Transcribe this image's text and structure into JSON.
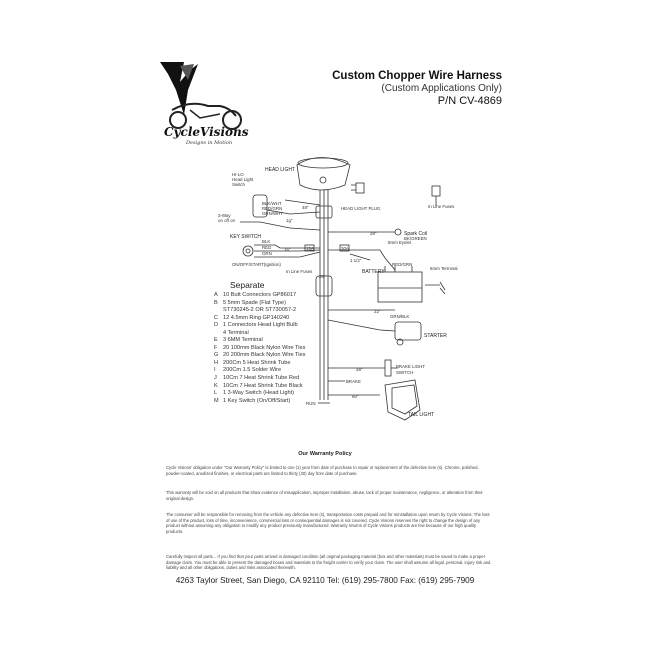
{
  "logo": {
    "brand": "CycleVisions",
    "tagline": "Designs in Motion"
  },
  "header": {
    "title": "Custom Chopper Wire Harness",
    "subtitle": "(Custom Applications Only)",
    "part_number": "P/N CV-4869"
  },
  "diagram": {
    "head_light": "HEAD LIGHT",
    "hi_lo_switch": [
      "HI-LO",
      "Head Light",
      "Switch"
    ],
    "three_way": [
      "3-Way",
      "on off on"
    ],
    "head_light_plug": "HEAD LIGHT PLUG",
    "in_line_fuses": "In Line Fuses",
    "key_switch": "KEY SWITCH",
    "key_switch_positions": "ON/OFF/START(Ignition)",
    "spark_coil": "Spark Coil",
    "battery": "BATTERY",
    "six_mm_terminal": "6mm Terminal",
    "starter": "STARTER",
    "brake_light_switch": [
      "BRAKE LIGHT",
      "SWITCH"
    ],
    "brake": "BRAKE",
    "run": "RUN",
    "tail_light": "TAIL LIGHT",
    "in_line_fuses_small": "In Line Fuses",
    "lengths": {
      "l48": "48\"",
      "l1g": "1g\"",
      "l16": "16\"",
      "l15": "15A",
      "l30": "30A",
      "l28a": "28\"",
      "l20": "20\"",
      "l22": "22\"",
      "l28b": "28\"",
      "l60": "60\"",
      "l1_2": "1 1/2\""
    },
    "wire_colors": [
      "BLK",
      "RED",
      "GRN",
      "BLK/WHT",
      "RED/GRN",
      "GRN/WHT"
    ],
    "small_tags": [
      "8mm Eyelet",
      "BK/GREEN",
      "RED/GRN",
      "GRN/BLK"
    ]
  },
  "separate": {
    "title": "Separate",
    "items": [
      {
        "mark": "A",
        "text": "10 Butt Connectors  GP86017"
      },
      {
        "mark": "B",
        "text": "5  5mm Spade (Flat Type)"
      },
      {
        "mark": "",
        "text": "ST730245-2 OR        ST730057-2"
      },
      {
        "mark": "C",
        "text": "12  4.5mm Ring        GP140240"
      },
      {
        "mark": "D",
        "text": "1  Connectors Head Light Bulb"
      },
      {
        "mark": "",
        "text": "4 Terminal"
      },
      {
        "mark": "E",
        "text": "3 6MM Terminal"
      },
      {
        "mark": "F",
        "text": "20 100mm Black Nylon Wire Ties"
      },
      {
        "mark": "G",
        "text": "20 200mm Black Nylon Wire Ties"
      },
      {
        "mark": "H",
        "text": "200Cm 5 Heat Shrink Tube"
      },
      {
        "mark": "I",
        "text": "200Cm 1.5 Solder Wire"
      },
      {
        "mark": "J",
        "text": "10Cm 7 Heat Shrink Tube Red"
      },
      {
        "mark": "K",
        "text": "10Cm 7 Heat Shrink Tube Black"
      },
      {
        "mark": "L",
        "text": "1  3-Way Switch (Head Light)"
      },
      {
        "mark": "M",
        "text": "1 Key Switch (On/Off/Start)"
      }
    ]
  },
  "warranty": {
    "title": "Our Warranty Policy",
    "paragraphs": [
      "Cycle Visions' obligation under \"Our Warranty Policy\" is limited to one (1) year from date of purchase to repair or replacement of the defective item (s). Chrome, polished, powder-coated, anodized finishes, or electrical parts are limited to thirty (30) day from date of purchase.",
      "This warranty will be void on all products that show evidence of misapplication, improper installation, abuse, lack of proper maintenance, negligence, or alteration from their original design.",
      "The consumer will be responsible for removing from the vehicle any defective item (s), transportation costs prepaid and for reinstallation upon return by Cycle Visions. The loss of use of the product, loss of time, inconvenience, commercial loss or consequential damages is not covered. Cycle Visions reserves the right to change the design of any product without assuming any obligation to modify any product previously manufactured. Warranty returns of Cycle Visions products are few because of our high quality products.",
      "Carefully inspect all parts... If you find that your parts arrived in damaged condition (all original packaging material (box and other materials) must be saved to make a proper damage claim. You must be able to present the damaged boxes and materials to the freight carrier to verify your claim. The user shall assume all legal, personal, injury risk and liability and all other obligations, duties and risks associated therewith."
    ]
  },
  "footer": "4263 Taylor Street, San Diego, CA 92110 Tel: (619) 295-7800 Fax: (619) 295-7909"
}
